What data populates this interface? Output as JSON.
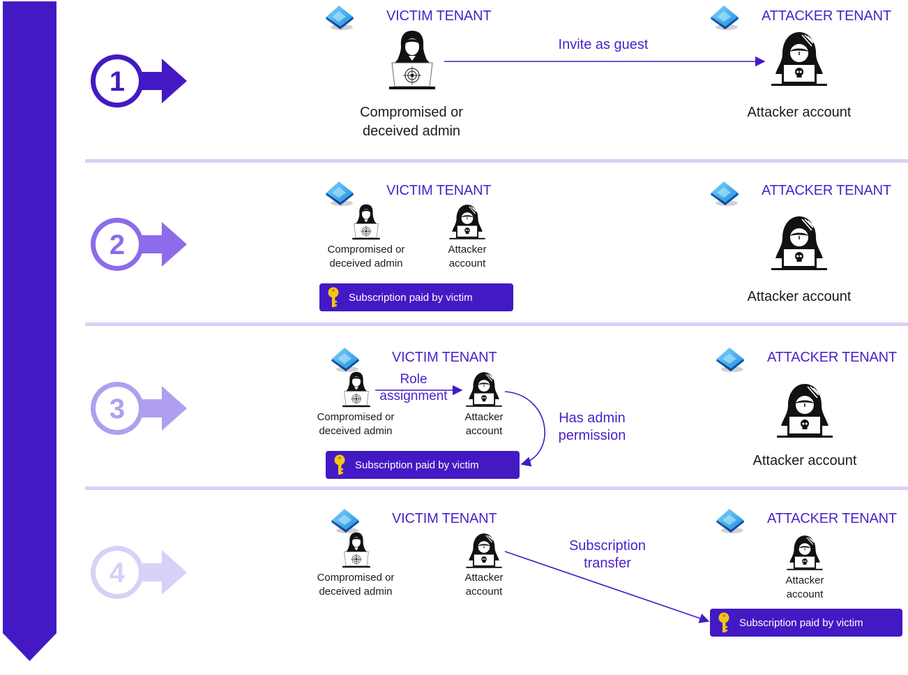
{
  "colors": {
    "accent": "#4319c4",
    "tenant_title": "#4a22c9",
    "step1": "#4319c4",
    "step2": "#8c6ceb",
    "step3": "#b09ef0",
    "step4": "#d9d0f7",
    "divider": "#d9d0f7",
    "key": "#f5c518"
  },
  "steps": [
    {
      "number": "1",
      "victim_tenant": {
        "title": "VICTIM TENANT",
        "admin_caption": [
          "Compromised or",
          "deceived admin"
        ]
      },
      "attacker_tenant": {
        "title": "ATTACKER TENANT",
        "attacker_caption": [
          "Attacker account"
        ]
      },
      "edge_label": "Invite as guest"
    },
    {
      "number": "2",
      "victim_tenant": {
        "title": "VICTIM TENANT",
        "admin_caption": [
          "Compromised or",
          "deceived admin"
        ],
        "attacker_caption": [
          "Attacker",
          "account"
        ],
        "subscription": "Subscription paid by victim"
      },
      "attacker_tenant": {
        "title": "ATTACKER TENANT",
        "attacker_caption": [
          "Attacker account"
        ]
      }
    },
    {
      "number": "3",
      "victim_tenant": {
        "title": "VICTIM TENANT",
        "admin_caption": [
          "Compromised or",
          "deceived admin"
        ],
        "attacker_caption": [
          "Attacker",
          "account"
        ],
        "subscription": "Subscription paid by victim"
      },
      "attacker_tenant": {
        "title": "ATTACKER TENANT",
        "attacker_caption": [
          "Attacker account"
        ]
      },
      "edge_label_role": [
        "Role",
        "assignment"
      ],
      "edge_label_admin": [
        "Has admin",
        "permission"
      ]
    },
    {
      "number": "4",
      "victim_tenant": {
        "title": "VICTIM TENANT",
        "admin_caption": [
          "Compromised or",
          "deceived admin"
        ],
        "attacker_caption": [
          "Attacker",
          "account"
        ]
      },
      "attacker_tenant": {
        "title": "ATTACKER TENANT",
        "attacker_caption": [
          "Attacker",
          "account"
        ],
        "subscription": "Subscription paid by victim"
      },
      "edge_label": [
        "Subscription",
        "transfer"
      ]
    }
  ],
  "icons": {
    "timeline": "timeline-arrow-down",
    "tenant": "azure-entra-id-icon",
    "admin": "admin-at-laptop-target-icon",
    "attacker": "hooded-hacker-laptop-skull-icon",
    "subscription": "key-icon"
  }
}
